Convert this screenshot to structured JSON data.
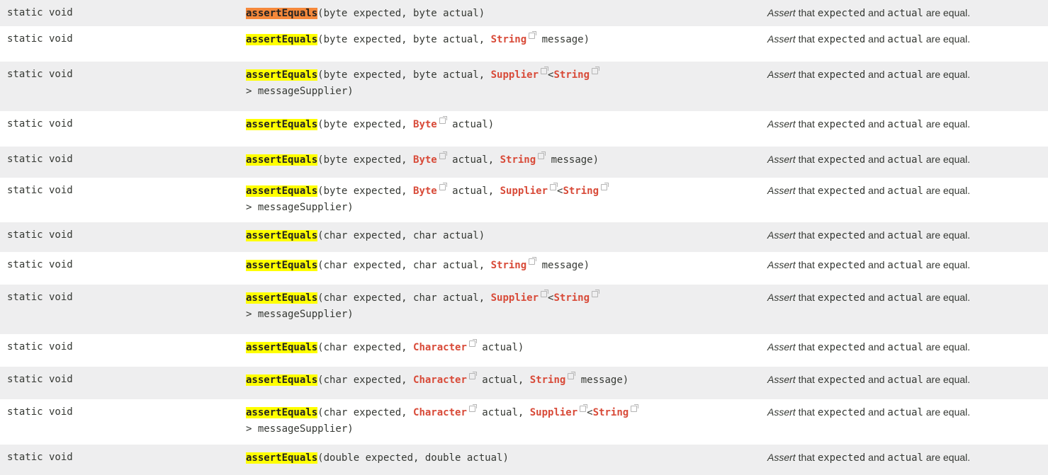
{
  "colors": {
    "odd_row": "#eeeeef",
    "even_row": "#ffffff",
    "type_link": "#d84a38",
    "highlight": "#ffff00",
    "active_highlight": "#f5883a"
  },
  "rows": [
    {
      "modifier": "static void",
      "method": "assertEquals",
      "description_em": "Assert",
      "description_mid": " that ",
      "code1": "expected",
      "and": " and ",
      "code2": "actual",
      "tail": " are equal."
    },
    {
      "modifier": "static void",
      "method": "assertEquals",
      "description_em": "Assert",
      "description_mid": " that ",
      "code1": "expected",
      "and": " and ",
      "code2": "actual",
      "tail": " are equal."
    },
    {
      "modifier": "static void",
      "method": "assertEquals",
      "description_em": "Assert",
      "description_mid": " that ",
      "code1": "expected",
      "and": " and ",
      "code2": "actual",
      "tail": " are equal."
    },
    {
      "modifier": "static void",
      "method": "assertEquals",
      "description_em": "Assert",
      "description_mid": " that ",
      "code1": "expected",
      "and": " and ",
      "code2": "actual",
      "tail": " are equal."
    },
    {
      "modifier": "static void",
      "method": "assertEquals",
      "description_em": "Assert",
      "description_mid": " that ",
      "code1": "expected",
      "and": " and ",
      "code2": "actual",
      "tail": " are equal."
    },
    {
      "modifier": "static void",
      "method": "assertEquals",
      "description_em": "Assert",
      "description_mid": " that ",
      "code1": "expected",
      "and": " and ",
      "code2": "actual",
      "tail": " are equal."
    },
    {
      "modifier": "static void",
      "method": "assertEquals",
      "description_em": "Assert",
      "description_mid": " that ",
      "code1": "expected",
      "and": " and ",
      "code2": "actual",
      "tail": " are equal."
    },
    {
      "modifier": "static void",
      "method": "assertEquals",
      "description_em": "Assert",
      "description_mid": " that ",
      "code1": "expected",
      "and": " and ",
      "code2": "actual",
      "tail": " are equal."
    },
    {
      "modifier": "static void",
      "method": "assertEquals",
      "description_em": "Assert",
      "description_mid": " that ",
      "code1": "expected",
      "and": " and ",
      "code2": "actual",
      "tail": " are equal."
    },
    {
      "modifier": "static void",
      "method": "assertEquals",
      "description_em": "Assert",
      "description_mid": " that ",
      "code1": "expected",
      "and": " and ",
      "code2": "actual",
      "tail": " are equal."
    },
    {
      "modifier": "static void",
      "method": "assertEquals",
      "description_em": "Assert",
      "description_mid": " that ",
      "code1": "expected",
      "and": " and ",
      "code2": "actual",
      "tail": " are equal."
    },
    {
      "modifier": "static void",
      "method": "assertEquals",
      "description_em": "Assert",
      "description_mid": " that ",
      "code1": "expected",
      "and": " and ",
      "code2": "actual",
      "tail": " are equal."
    },
    {
      "modifier": "static void",
      "method": "assertEquals",
      "description_em": "Assert",
      "description_mid": " that ",
      "code1": "expected",
      "and": " and ",
      "code2": "actual",
      "tail": " are equal."
    }
  ],
  "sig": {
    "r0": {
      "a": "(byte expected, byte actual)"
    },
    "r1": {
      "a": "(byte expected, byte actual, ",
      "t1": "String",
      "b": " message)"
    },
    "r2": {
      "a": "(byte expected, byte actual, ",
      "t1": "Supplier",
      "lt": "<",
      "t2": "String",
      "c": "> messageSupplier)"
    },
    "r3": {
      "a": "(byte expected, ",
      "t1": "Byte",
      "b": " actual)"
    },
    "r4": {
      "a": "(byte expected, ",
      "t1": "Byte",
      "b": " actual, ",
      "t2": "String",
      "c": " message)"
    },
    "r5": {
      "a": "(byte expected, ",
      "t1": "Byte",
      "b": " actual, ",
      "t2": "Supplier",
      "lt": "<",
      "t3": "String",
      "c": "> messageSupplier)"
    },
    "r6": {
      "a": "(char expected, char actual)"
    },
    "r7": {
      "a": "(char expected, char actual, ",
      "t1": "String",
      "b": " message)"
    },
    "r8": {
      "a": "(char expected, char actual, ",
      "t1": "Supplier",
      "lt": "<",
      "t2": "String",
      "c": "> messageSupplier)"
    },
    "r9": {
      "a": "(char expected, ",
      "t1": "Character",
      "b": " actual)"
    },
    "r10": {
      "a": "(char expected, ",
      "t1": "Character",
      "b": " actual, ",
      "t2": "String",
      "c": " message)"
    },
    "r11": {
      "a": "(char expected, ",
      "t1": "Character",
      "b": " actual, ",
      "t2": "Supplier",
      "lt": "<",
      "t3": "String",
      "c": "> messageSupplier)"
    },
    "r12": {
      "a": "(double expected, double actual)"
    }
  }
}
